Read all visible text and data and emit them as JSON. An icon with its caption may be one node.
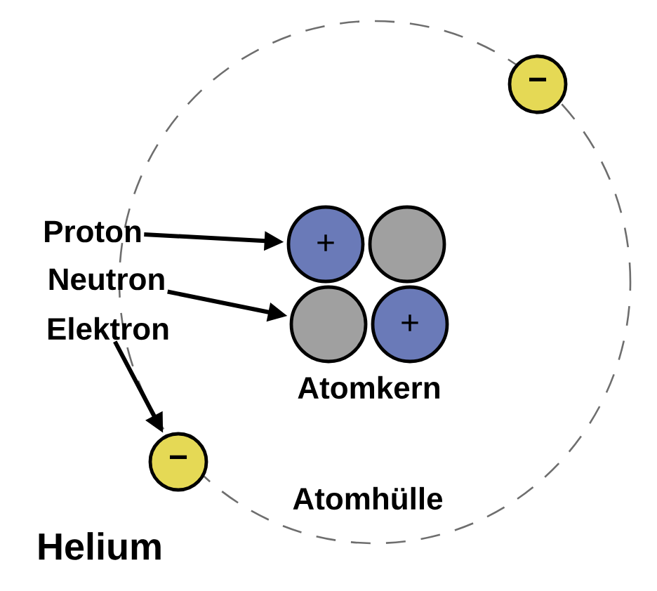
{
  "diagram": {
    "nodes": [
      {
        "text": [
          "Proton"
        ]
      },
      {
        "text": [
          "Neutron"
        ]
      },
      {
        "text": [
          "Elektron"
        ]
      },
      {
        "text": [
          "+"
        ]
      },
      {
        "text": [],
        "shape": "circle"
      },
      {
        "text": [],
        "shape": "circle"
      },
      {
        "text": [
          "+"
        ]
      },
      {
        "text": [
          "−"
        ]
      },
      {
        "text": [
          "−"
        ]
      }
    ],
    "edges": [
      {
        "from": 0,
        "to": 3,
        "arrow": "to"
      },
      {
        "from": 1,
        "to": 5,
        "arrow": "to"
      },
      {
        "from": 2,
        "to": 7,
        "arrow": "to"
      }
    ],
    "labels": [
      "Atomkern",
      "Atomhülle",
      "Helium"
    ]
  }
}
